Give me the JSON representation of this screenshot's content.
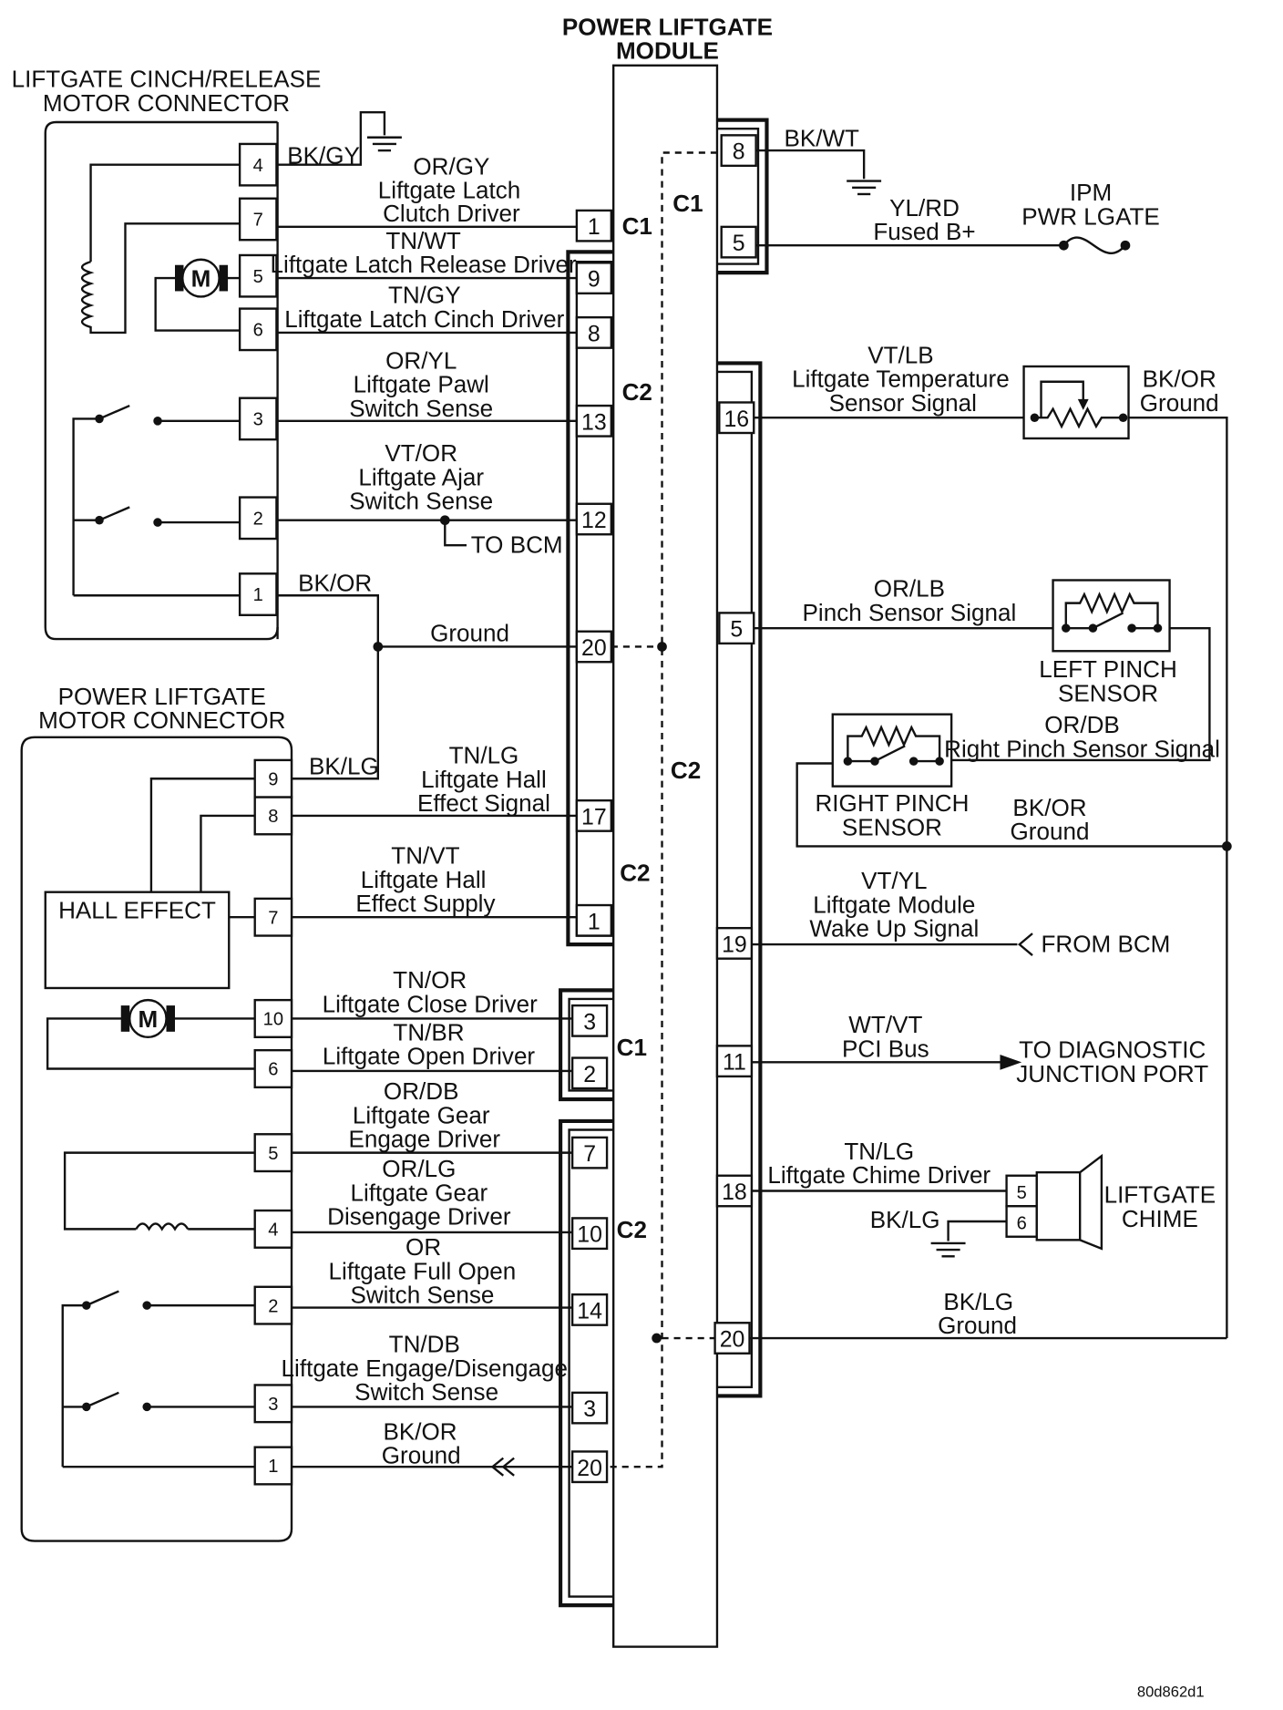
{
  "module": {
    "title_line1": "POWER LIFTGATE",
    "title_line2": "MODULE"
  },
  "connectors": {
    "c1": "C1",
    "c2": "C2",
    "cinch_title_line1": "LIFTGATE CINCH/RELEASE",
    "cinch_title_line2": "MOTOR CONNECTOR",
    "motor_title_line1": "POWER LIFTGATE",
    "motor_title_line2": "MOTOR CONNECTOR"
  },
  "cinch_pins": [
    "4",
    "7",
    "5",
    "6",
    "3",
    "2",
    "1"
  ],
  "motor_pins": [
    "9",
    "8",
    "7",
    "10",
    "6",
    "5",
    "4",
    "2",
    "3",
    "1"
  ],
  "module_left_pins": [
    "1",
    "9",
    "8",
    "13",
    "12",
    "20",
    "17",
    "1",
    "3",
    "2",
    "7",
    "10",
    "14",
    "3",
    "20"
  ],
  "module_right_pins": [
    "8",
    "5",
    "16",
    "5",
    "19",
    "11",
    "18",
    "20"
  ],
  "chime_pins": [
    "5",
    "6"
  ],
  "labels": {
    "bkgy": "BK/GY",
    "orgy": "OR/GY",
    "latch_clutch_1": "Liftgate Latch",
    "latch_clutch_2": "Clutch Driver",
    "tnwt": "TN/WT",
    "latch_release": "Liftgate Latch Release Driver",
    "tngy": "TN/GY",
    "latch_cinch": "Liftgate Latch Cinch Driver",
    "oryl": "OR/YL",
    "pawl_1": "Liftgate Pawl",
    "pawl_2": "Switch Sense",
    "vtor": "VT/OR",
    "ajar_1": "Liftgate Ajar",
    "ajar_2": "Switch Sense",
    "to_bcm": "TO BCM",
    "bkor": "BK/OR",
    "ground": "Ground",
    "bklg": "BK/LG",
    "tnlg": "TN/LG",
    "hall_sig_1": "Liftgate Hall",
    "hall_sig_2": "Effect Signal",
    "tnvt": "TN/VT",
    "hall_sup_1": "Liftgate Hall",
    "hall_sup_2": "Effect Supply",
    "hall_effect": "HALL EFFECT",
    "tnor": "TN/OR",
    "close_driver": "Liftgate Close Driver",
    "tnbr": "TN/BR",
    "open_driver": "Liftgate Open Driver",
    "ordb": "OR/DB",
    "gear_eng_1": "Liftgate Gear",
    "gear_eng_2": "Engage Driver",
    "orlg": "OR/LG",
    "gear_dis_1": "Liftgate Gear",
    "gear_dis_2": "Disengage Driver",
    "or": "OR",
    "full_open_1": "Liftgate Full Open",
    "full_open_2": "Switch Sense",
    "tndb": "TN/DB",
    "eng_dis_1": "Liftgate Engage/Disengage",
    "eng_dis_2": "Switch Sense",
    "bkwt": "BK/WT",
    "ylrd": "YL/RD",
    "fused_b": "Fused B+",
    "ipm_1": "IPM",
    "ipm_2": "PWR LGATE",
    "vtlb": "VT/LB",
    "temp_1": "Liftgate Temperature",
    "temp_2": "Sensor Signal",
    "orlb": "OR/LB",
    "pinch_sig": "Pinch Sensor Signal",
    "left_pinch_1": "LEFT PINCH",
    "left_pinch_2": "SENSOR",
    "right_pinch_sig": "Right Pinch Sensor Signal",
    "right_pinch_1": "RIGHT PINCH",
    "right_pinch_2": "SENSOR",
    "vtyl": "VT/YL",
    "wake_1": "Liftgate Module",
    "wake_2": "Wake Up Signal",
    "from_bcm": "FROM BCM",
    "wtvt": "WT/VT",
    "pci": "PCI Bus",
    "diag_1": "TO DIAGNOSTIC",
    "diag_2": "JUNCTION PORT",
    "chime_driver": "Liftgate Chime Driver",
    "chime_1": "LIFTGATE",
    "chime_2": "CHIME",
    "motor_m": "M",
    "code": "80d862d1"
  }
}
